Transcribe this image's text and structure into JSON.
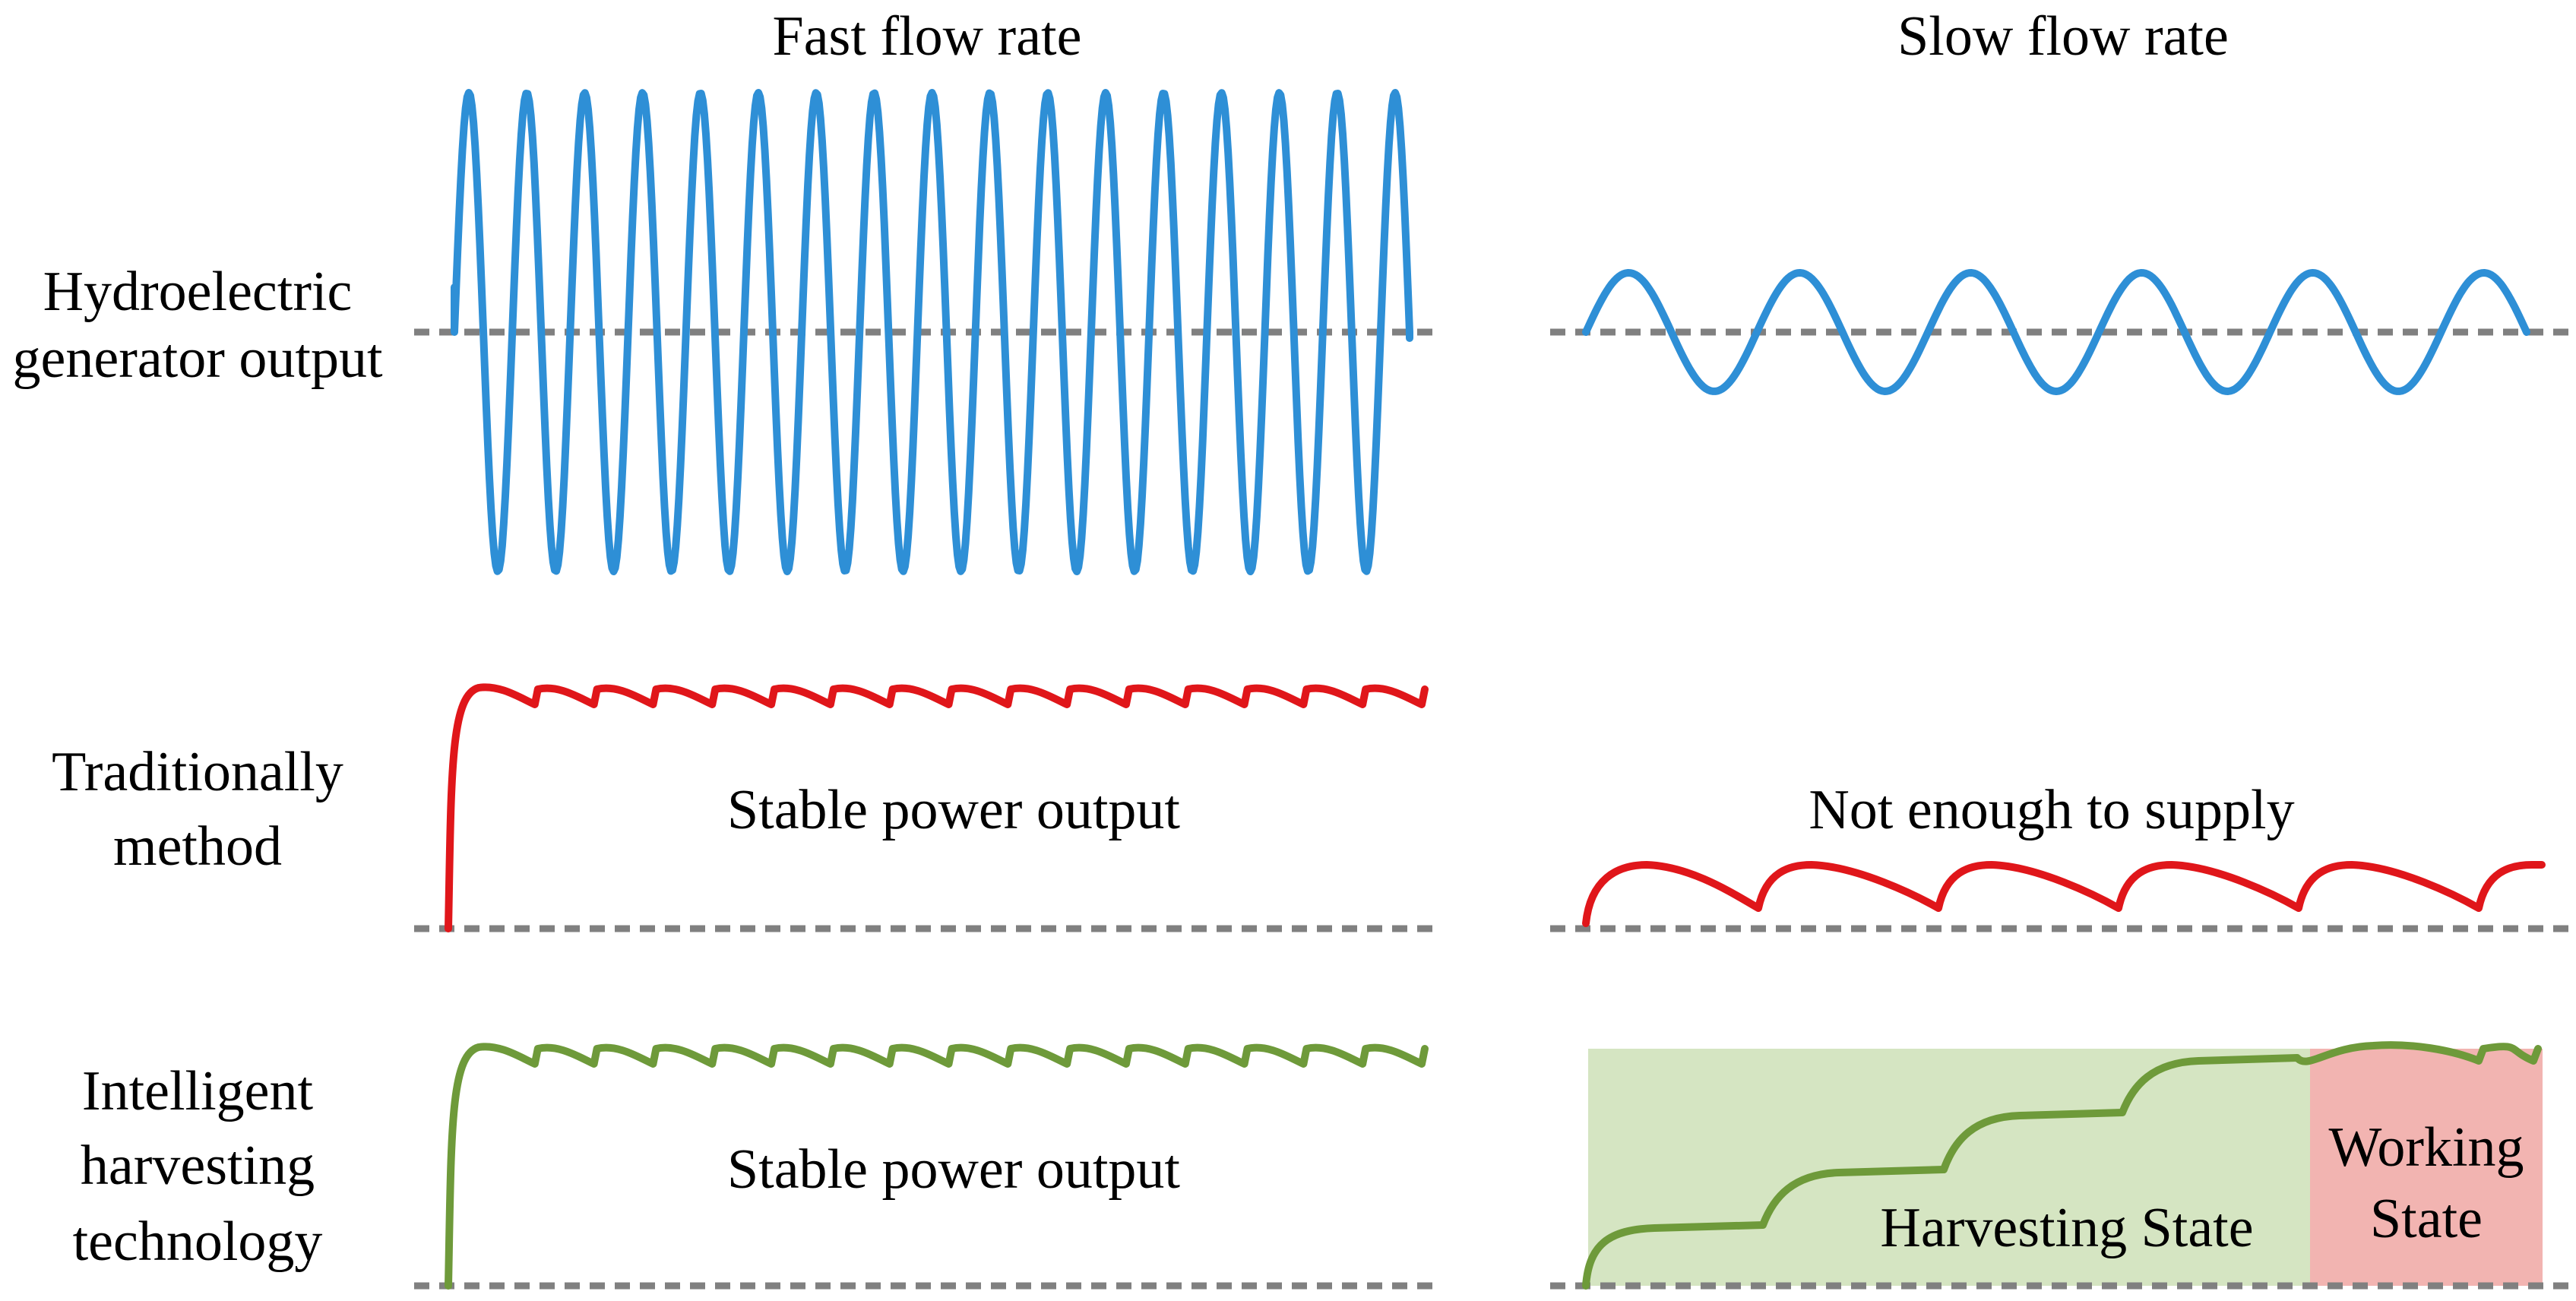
{
  "columns": {
    "fast": "Fast flow rate",
    "slow": "Slow flow rate"
  },
  "rows": {
    "hydro": {
      "line1": "Hydroelectric",
      "line2": "generator output"
    },
    "traditional": {
      "line1": "Traditionally",
      "line2": "method"
    },
    "intelligent": {
      "line1": "Intelligent",
      "line2": "harvesting",
      "line3": "technology"
    }
  },
  "annotations": {
    "stable_traditional": "Stable power output",
    "not_enough": "Not enough to supply",
    "stable_intelligent": "Stable power output"
  },
  "states": {
    "harvesting": "Harvesting State",
    "working_line1": "Working",
    "working_line2": "State"
  },
  "colors": {
    "hydro": "#2E8FD6",
    "traditional": "#E0161A",
    "intelligent": "#6E9A3A",
    "baseline": "#808080",
    "harvesting_bg": "#D5E5C2",
    "working_bg": "#F2B4B1"
  },
  "waveforms": {
    "fast_cycles": 16,
    "slow_cycles": 5
  }
}
